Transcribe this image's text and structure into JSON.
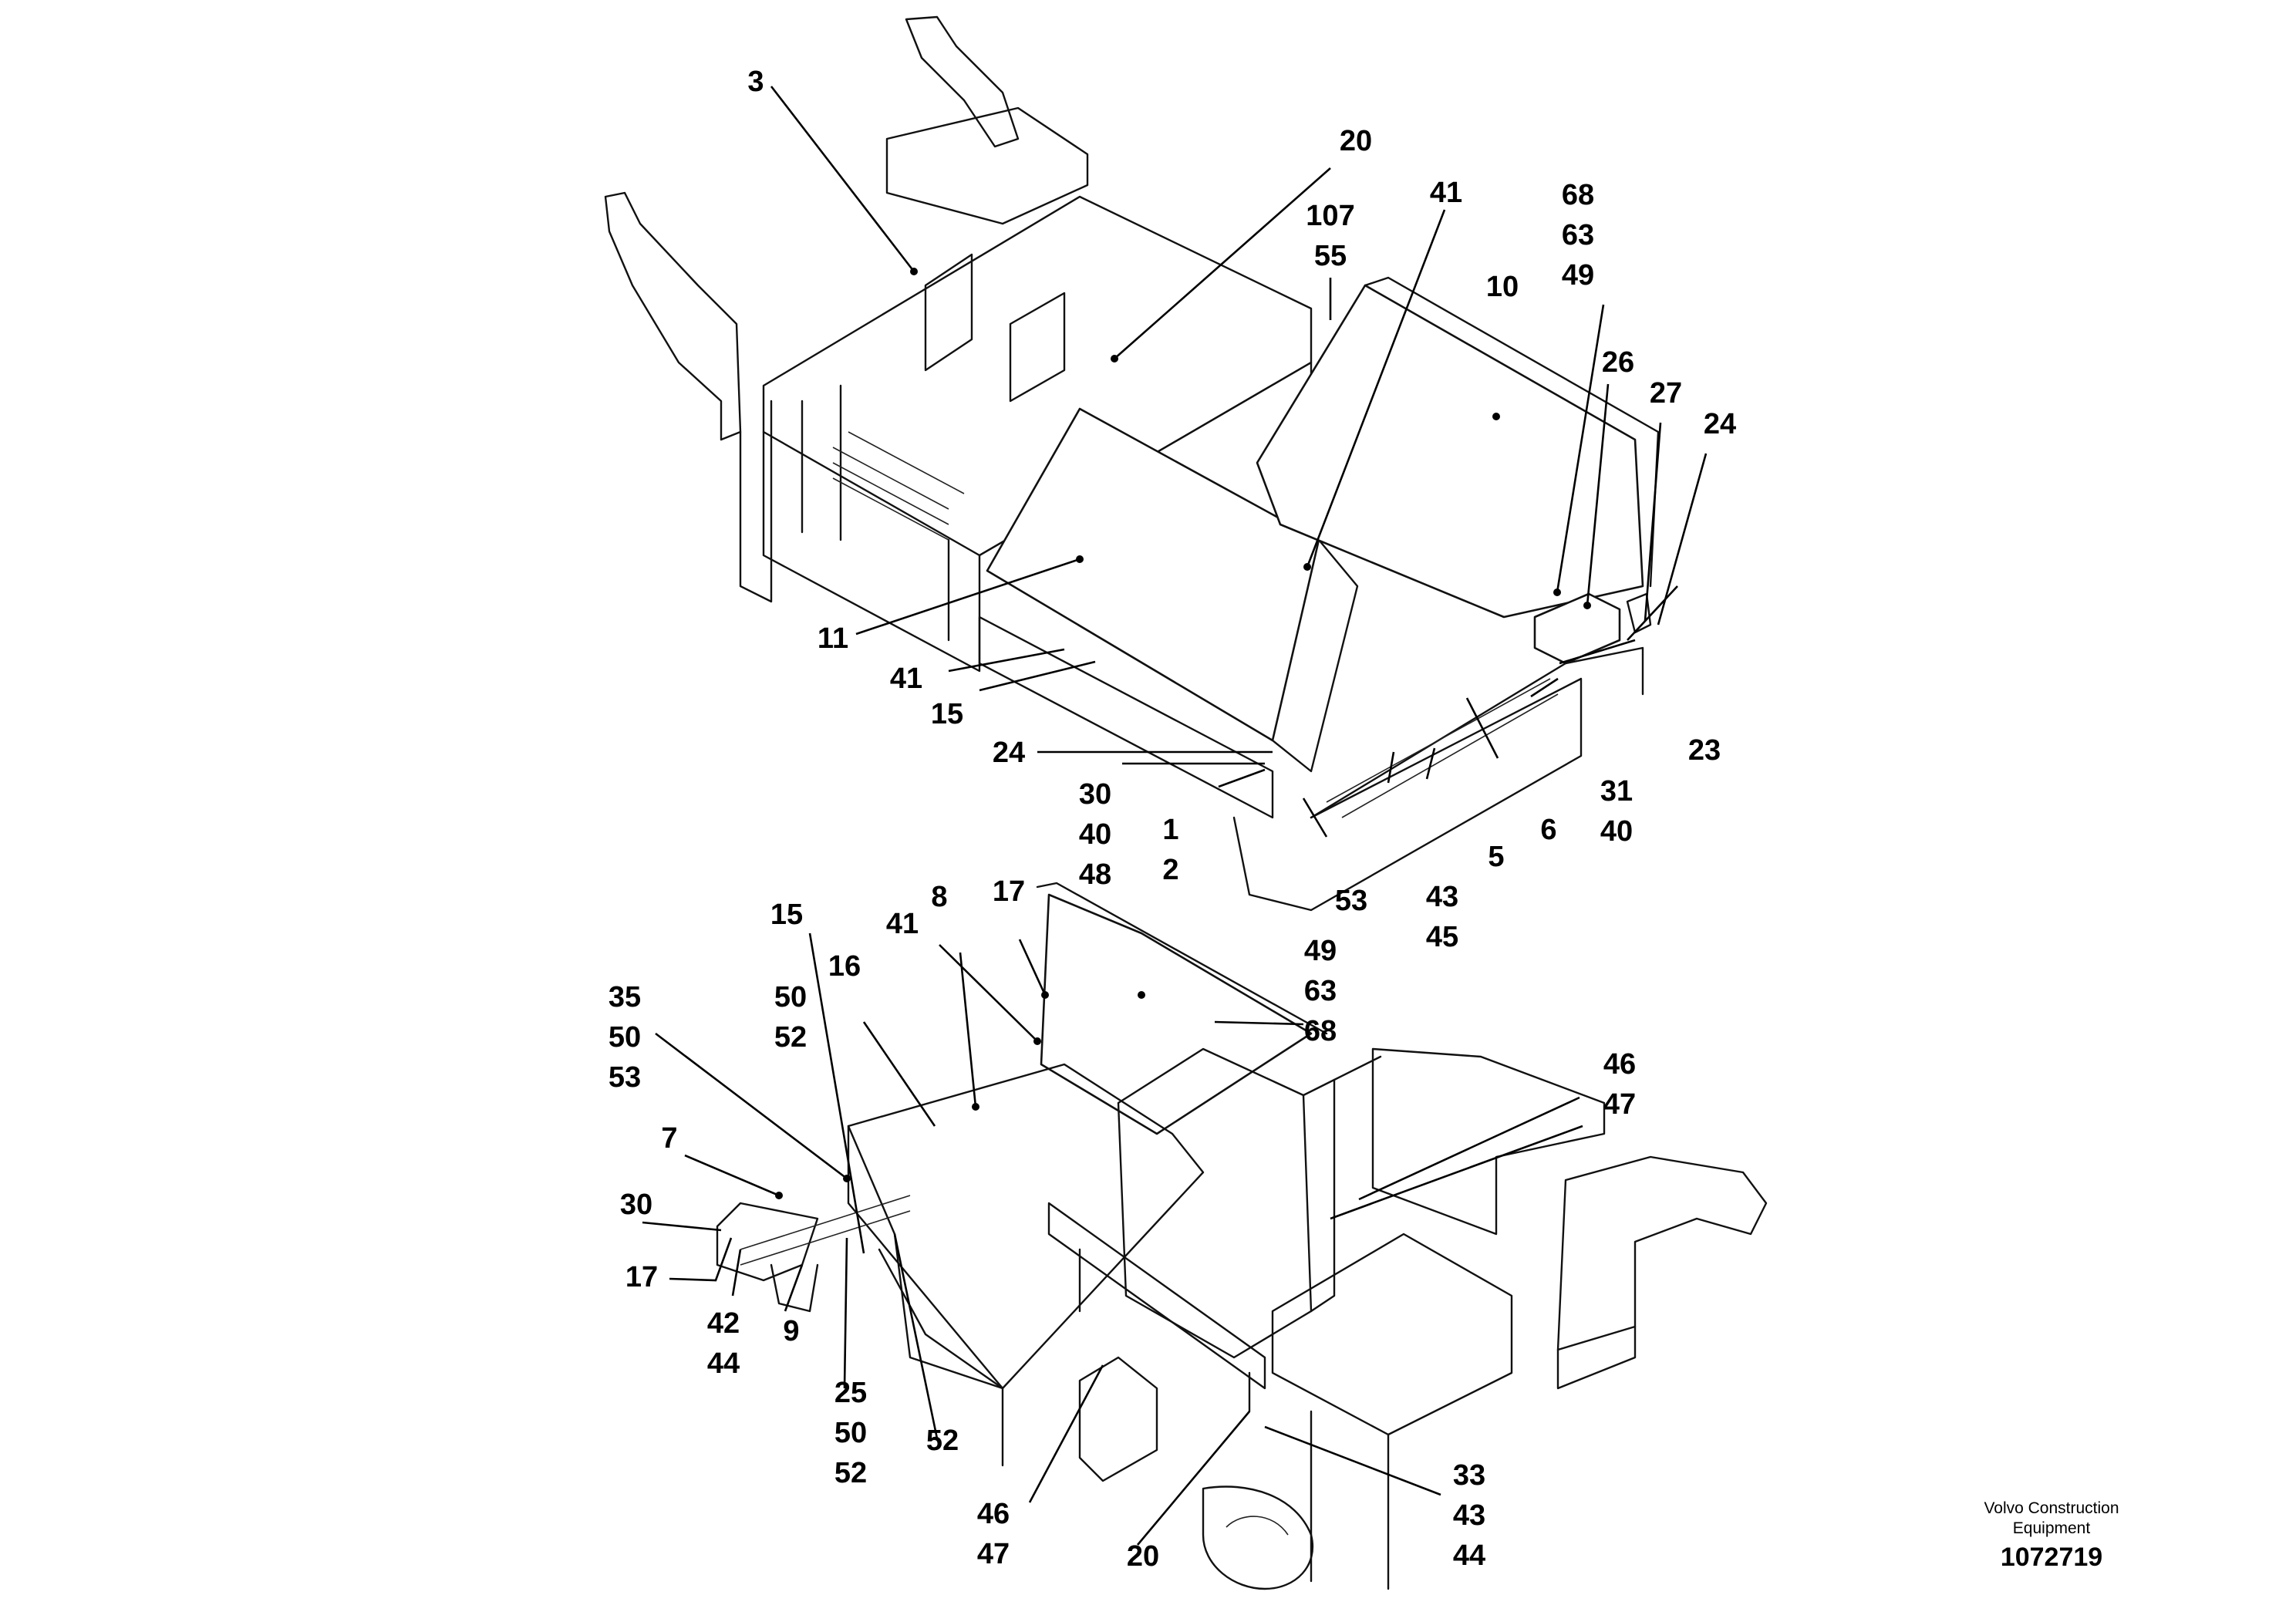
{
  "callouts": [
    {
      "id": "c1",
      "lines": [
        "3"
      ]
    },
    {
      "id": "c2",
      "lines": [
        "20"
      ]
    },
    {
      "id": "c3",
      "lines": [
        "107",
        "55"
      ]
    },
    {
      "id": "c4",
      "lines": [
        "41"
      ]
    },
    {
      "id": "c5",
      "lines": [
        "68",
        "63",
        "49"
      ]
    },
    {
      "id": "c6",
      "lines": [
        "10"
      ]
    },
    {
      "id": "c7",
      "lines": [
        "26"
      ]
    },
    {
      "id": "c8",
      "lines": [
        "27"
      ]
    },
    {
      "id": "c9",
      "lines": [
        "24"
      ]
    },
    {
      "id": "c10",
      "lines": [
        "11"
      ]
    },
    {
      "id": "c11",
      "lines": [
        "41"
      ]
    },
    {
      "id": "c12",
      "lines": [
        "15"
      ]
    },
    {
      "id": "c13",
      "lines": [
        "24"
      ]
    },
    {
      "id": "c14",
      "lines": [
        "30",
        "40",
        "48"
      ]
    },
    {
      "id": "c15",
      "lines": [
        "1",
        "2"
      ]
    },
    {
      "id": "c16",
      "lines": [
        "53"
      ]
    },
    {
      "id": "c17",
      "lines": [
        "43",
        "45"
      ]
    },
    {
      "id": "c18",
      "lines": [
        "5"
      ]
    },
    {
      "id": "c19",
      "lines": [
        "6"
      ]
    },
    {
      "id": "c20",
      "lines": [
        "31",
        "40"
      ]
    },
    {
      "id": "c21",
      "lines": [
        "23"
      ]
    },
    {
      "id": "c22",
      "lines": [
        "15"
      ]
    },
    {
      "id": "c23",
      "lines": [
        "8"
      ]
    },
    {
      "id": "c24",
      "lines": [
        "41"
      ]
    },
    {
      "id": "c25",
      "lines": [
        "17"
      ]
    },
    {
      "id": "c26",
      "lines": [
        "16"
      ]
    },
    {
      "id": "c27",
      "lines": [
        "50",
        "52"
      ]
    },
    {
      "id": "c28",
      "lines": [
        "35",
        "50",
        "53"
      ]
    },
    {
      "id": "c29",
      "lines": [
        "49",
        "63",
        "68"
      ]
    },
    {
      "id": "c30",
      "lines": [
        "46",
        "47"
      ]
    },
    {
      "id": "c31",
      "lines": [
        "7"
      ]
    },
    {
      "id": "c32",
      "lines": [
        "30"
      ]
    },
    {
      "id": "c33",
      "lines": [
        "17"
      ]
    },
    {
      "id": "c34",
      "lines": [
        "42",
        "44"
      ]
    },
    {
      "id": "c35",
      "lines": [
        "9"
      ]
    },
    {
      "id": "c36",
      "lines": [
        "25",
        "50",
        "52"
      ]
    },
    {
      "id": "c37",
      "lines": [
        "52"
      ]
    },
    {
      "id": "c38",
      "lines": [
        "46",
        "47"
      ]
    },
    {
      "id": "c39",
      "lines": [
        "20"
      ]
    },
    {
      "id": "c40",
      "lines": [
        "33",
        "43",
        "44"
      ]
    }
  ],
  "credit": {
    "line1": "Volvo Construction",
    "line2": "Equipment",
    "part_number": "1072719"
  }
}
